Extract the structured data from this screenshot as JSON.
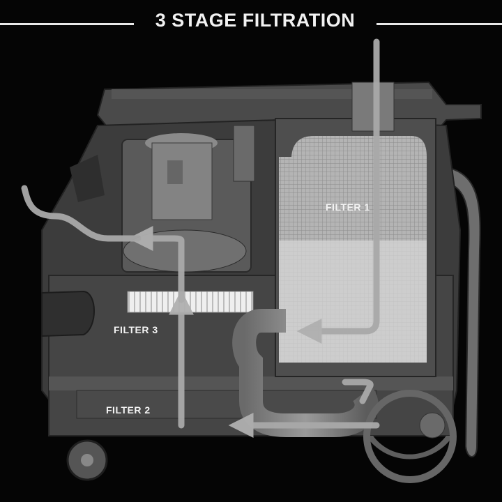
{
  "header": {
    "title": "3 STAGE FILTRATION"
  },
  "labels": {
    "filter1": "FILTER 1",
    "filter2": "FILTER 2",
    "filter3": "FILTER 3"
  },
  "colors": {
    "background": "#050505",
    "body_dark": "#3a3a3a",
    "body_mid": "#5a5a5a",
    "body_light": "#8a8a8a",
    "airflow_arrow": "#a9a9a9",
    "filter_panel": "#c9c9c9"
  },
  "icons": [
    "airflow-arrow",
    "wheel-icon",
    "hose-icon",
    "motor-icon"
  ]
}
